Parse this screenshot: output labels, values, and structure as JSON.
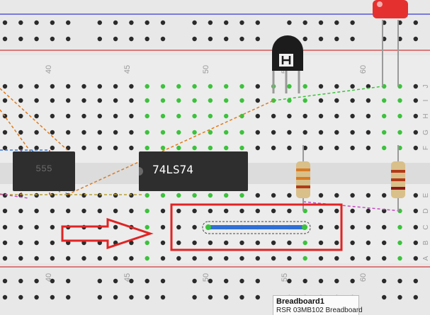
{
  "canvas": {
    "board_color": "#e4e4e4",
    "rail_red": "#d13a3a",
    "rail_blue": "#3a3ad1",
    "hole_color": "#2b2b2b",
    "connected_color": "#3cc23c"
  },
  "column_numbers": [
    "40",
    "45",
    "50",
    "55",
    "60"
  ],
  "row_letters": [
    "J",
    "I",
    "H",
    "G",
    "F",
    "E",
    "D",
    "C",
    "B",
    "A"
  ],
  "components": {
    "timer_chip": {
      "label": "555",
      "color": "#2e2e2e"
    },
    "flipflop_chip": {
      "label": "74LS74",
      "color": "#2e2e2e"
    },
    "transistor": {
      "label": "NPN-icon",
      "color": "#1c1c1c"
    },
    "led": {
      "color": "#e53030"
    },
    "resistor_left": {
      "bands": [
        "#d87a26",
        "#d87a26",
        "#b03a1a"
      ]
    },
    "resistor_right": {
      "bands": [
        "#b03a1a",
        "#b03a1a",
        "#8b1a1a"
      ]
    },
    "jumper_wire": {
      "color": "#2f6fd6"
    }
  },
  "annotations": {
    "highlight_box_color": "#e02424",
    "arrow_color": "#e02424"
  },
  "tooltip": {
    "title": "Breadboard1",
    "subtitle": "RSR 03MB102 Breadboard"
  }
}
